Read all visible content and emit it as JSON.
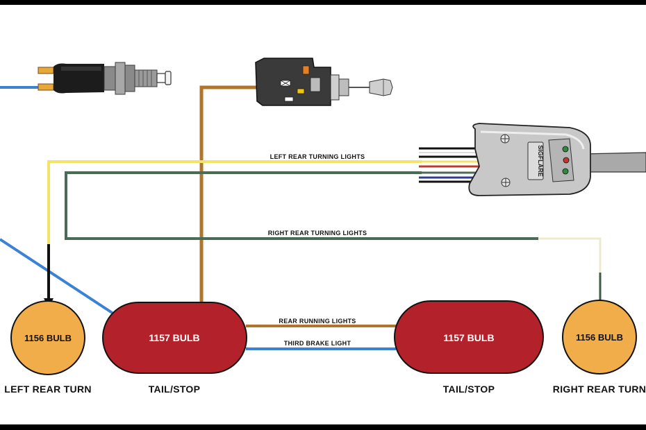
{
  "colors": {
    "blue_wire": "#3b82d6",
    "brown_wire": "#b0752b",
    "yellow_wire": "#f2e46a",
    "green_wire": "#4a6b55",
    "black_wire": "#111111",
    "bulb_1157": "#b3222a",
    "bulb_1156": "#f0ad4a",
    "frame": "#000000"
  },
  "wire_labels": {
    "left_rear_turning": "LEFT REAR TURNING LIGHTS",
    "right_rear_turning": "RIGHT REAR TURNING LIGHTS",
    "rear_running": "REAR RUNNING LIGHTS",
    "third_brake": "THIRD BRAKE LIGHT"
  },
  "bulbs": {
    "left_turn": {
      "label": "1156 BULB",
      "caption": "LEFT REAR TURN"
    },
    "left_tail": {
      "label": "1157 BULB",
      "caption": "TAIL/STOP"
    },
    "right_tail": {
      "label": "1157 BULB",
      "caption": "TAIL/STOP"
    },
    "right_turn": {
      "label": "1156 BULB",
      "caption": "RIGHT REAR TURN"
    }
  },
  "switch": {
    "brand": "SIGFLARE"
  }
}
